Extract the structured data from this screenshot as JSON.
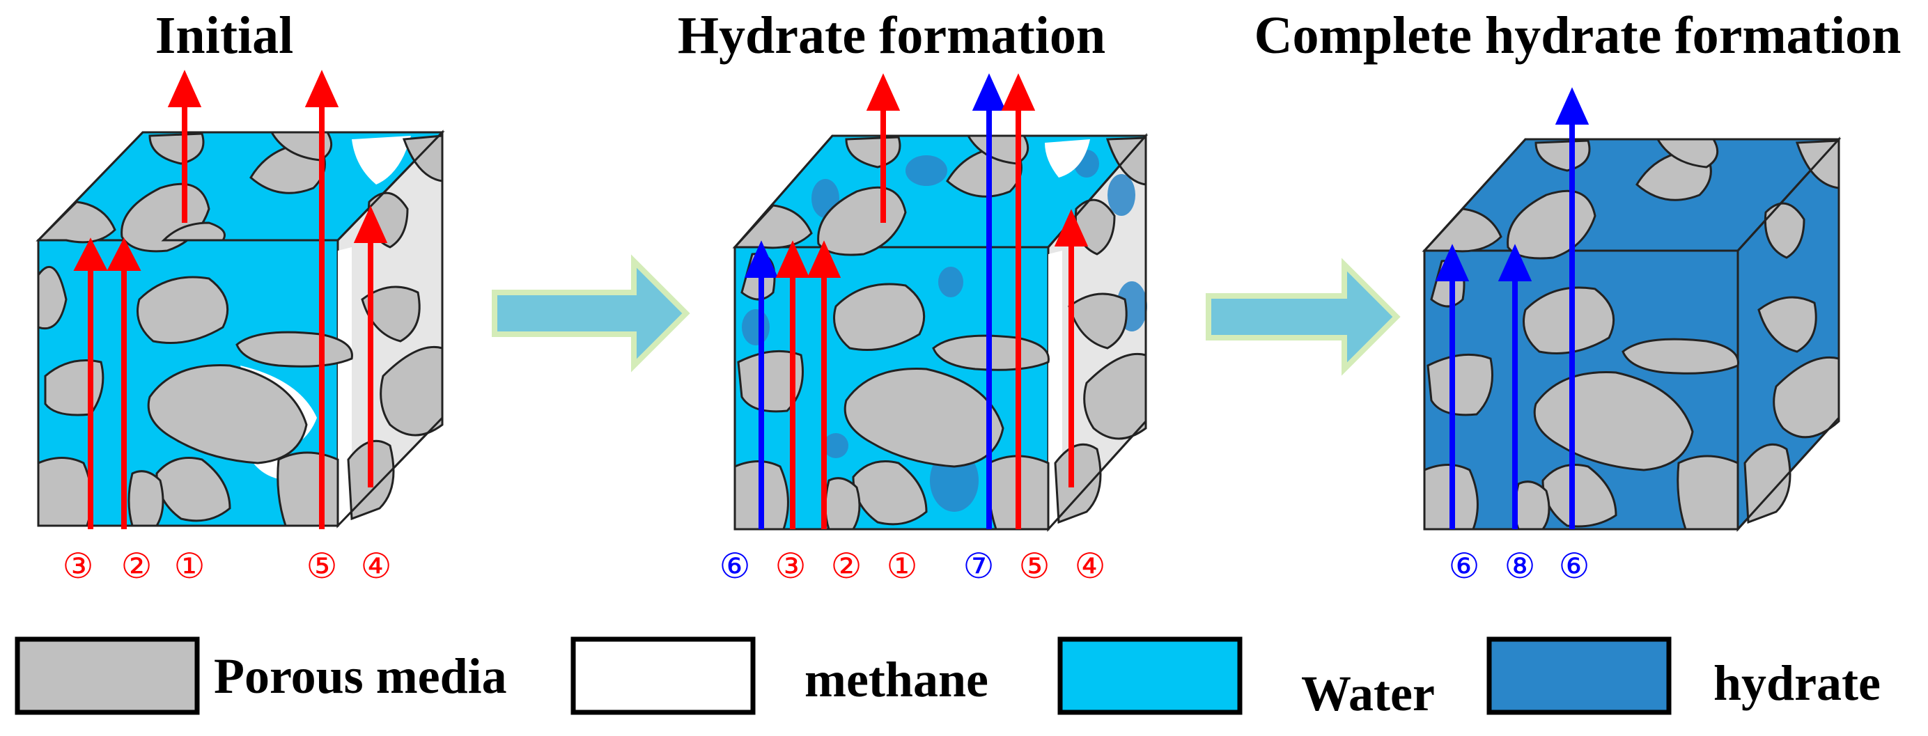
{
  "titles": {
    "initial": "Initial",
    "hydrate_formation": "Hydrate formation",
    "complete_hydrate_formation": "Complete hydrate formation"
  },
  "colors": {
    "porous_media": "#c0c0c0",
    "methane": "#ffffff",
    "water": "#00c5f5",
    "hydrate": "#2a86c9",
    "methane_path": "#ff0000",
    "water_path": "#0000ff",
    "process_arrow": "#72c6dc"
  },
  "path_labels": {
    "initial": [
      {
        "text": "③",
        "color": "red"
      },
      {
        "text": "②",
        "color": "red"
      },
      {
        "text": "①",
        "color": "red"
      },
      {
        "text": "⑤",
        "color": "red"
      },
      {
        "text": "④",
        "color": "red"
      }
    ],
    "hydrate_formation": [
      {
        "text": "⑥",
        "color": "blue"
      },
      {
        "text": "③",
        "color": "red"
      },
      {
        "text": "②",
        "color": "red"
      },
      {
        "text": "①",
        "color": "red"
      },
      {
        "text": "⑦",
        "color": "blue"
      },
      {
        "text": "⑤",
        "color": "red"
      },
      {
        "text": "④",
        "color": "red"
      }
    ],
    "complete_hydrate_formation": [
      {
        "text": "⑥",
        "color": "blue"
      },
      {
        "text": "⑧",
        "color": "blue"
      },
      {
        "text": "⑥",
        "color": "blue"
      }
    ]
  },
  "legend": {
    "porous_media": "Porous media",
    "methane": "methane",
    "water": "Water",
    "hydrate": "hydrate"
  },
  "process_arrows": [
    {
      "icon": "right-arrow-icon"
    },
    {
      "icon": "right-arrow-icon"
    }
  ]
}
